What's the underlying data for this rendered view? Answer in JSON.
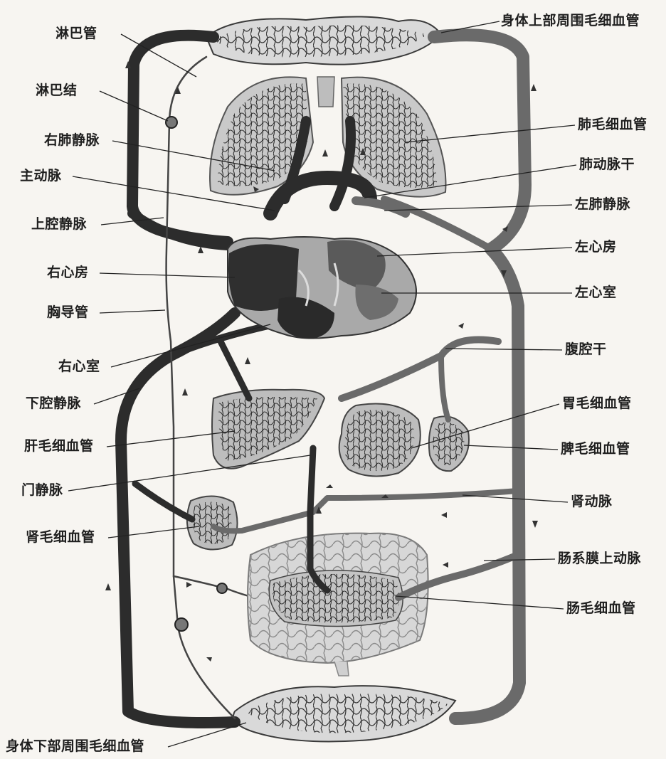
{
  "labels": {
    "lymph_vessel": "淋巴管",
    "lymph_node": "淋巴结",
    "right_pulmonary_vein": "右肺静脉",
    "aorta": "主动脉",
    "superior_vena_cava": "上腔静脉",
    "right_atrium": "右心房",
    "thoracic_duct": "胸导管",
    "right_ventricle": "右心室",
    "inferior_vena_cava": "下腔静脉",
    "liver_capillaries": "肝毛细血管",
    "portal_vein": "门静脉",
    "kidney_capillaries": "肾毛细血管",
    "lower_body_capillaries": "身体下部周围毛细血管",
    "upper_body_capillaries": "身体上部周围毛细血管",
    "lung_capillaries": "肺毛细血管",
    "pulmonary_trunk": "肺动脉干",
    "left_pulmonary_vein": "左肺静脉",
    "left_atrium": "左心房",
    "left_ventricle": "左心室",
    "celiac_trunk": "腹腔干",
    "stomach_capillaries": "胃毛细血管",
    "spleen_capillaries": "脾毛细血管",
    "renal_artery": "肾动脉",
    "superior_mesenteric_artery": "肠系膜上动脉",
    "intestine_capillaries": "肠毛细血管"
  }
}
